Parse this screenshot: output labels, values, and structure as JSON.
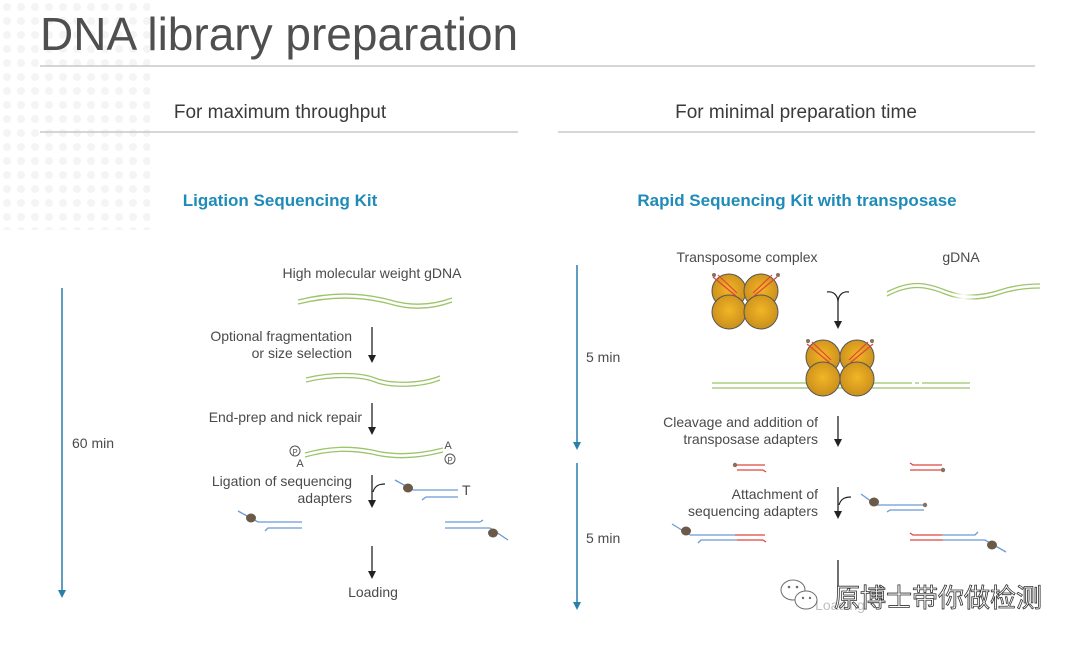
{
  "title": "DNA library preparation",
  "left": {
    "header": "For maximum throughput",
    "kit": "Ligation Sequencing Kit",
    "time": "60 min",
    "steps": {
      "start": "High molecular weight gDNA",
      "frag1": "Optional fragmentation",
      "frag2": "or size selection",
      "endprep": "End-prep and nick repair",
      "lig1": "Ligation of sequencing",
      "lig2": "adapters",
      "loading": "Loading"
    },
    "marks": {
      "p": "P",
      "a": "A",
      "t": "T"
    }
  },
  "right": {
    "header": "For minimal preparation time",
    "kit": "Rapid Sequencing Kit with transposase",
    "time1": "5 min",
    "time2": "5 min",
    "steps": {
      "complex": "Transposome complex",
      "gdna": "gDNA",
      "cleave1": "Cleavage and addition of",
      "cleave2": "transposase adapters",
      "attach1": "Attachment of",
      "attach2": "sequencing adapters",
      "loading": "Loading"
    }
  },
  "watermark": "原博士带你做检测",
  "colors": {
    "accent": "#1f8bb8",
    "dna": "#9cc46a",
    "adapter": "#6a9ad6",
    "transposase": "#e2a526",
    "red": "#e0443c",
    "motor": "#6b5a48"
  }
}
